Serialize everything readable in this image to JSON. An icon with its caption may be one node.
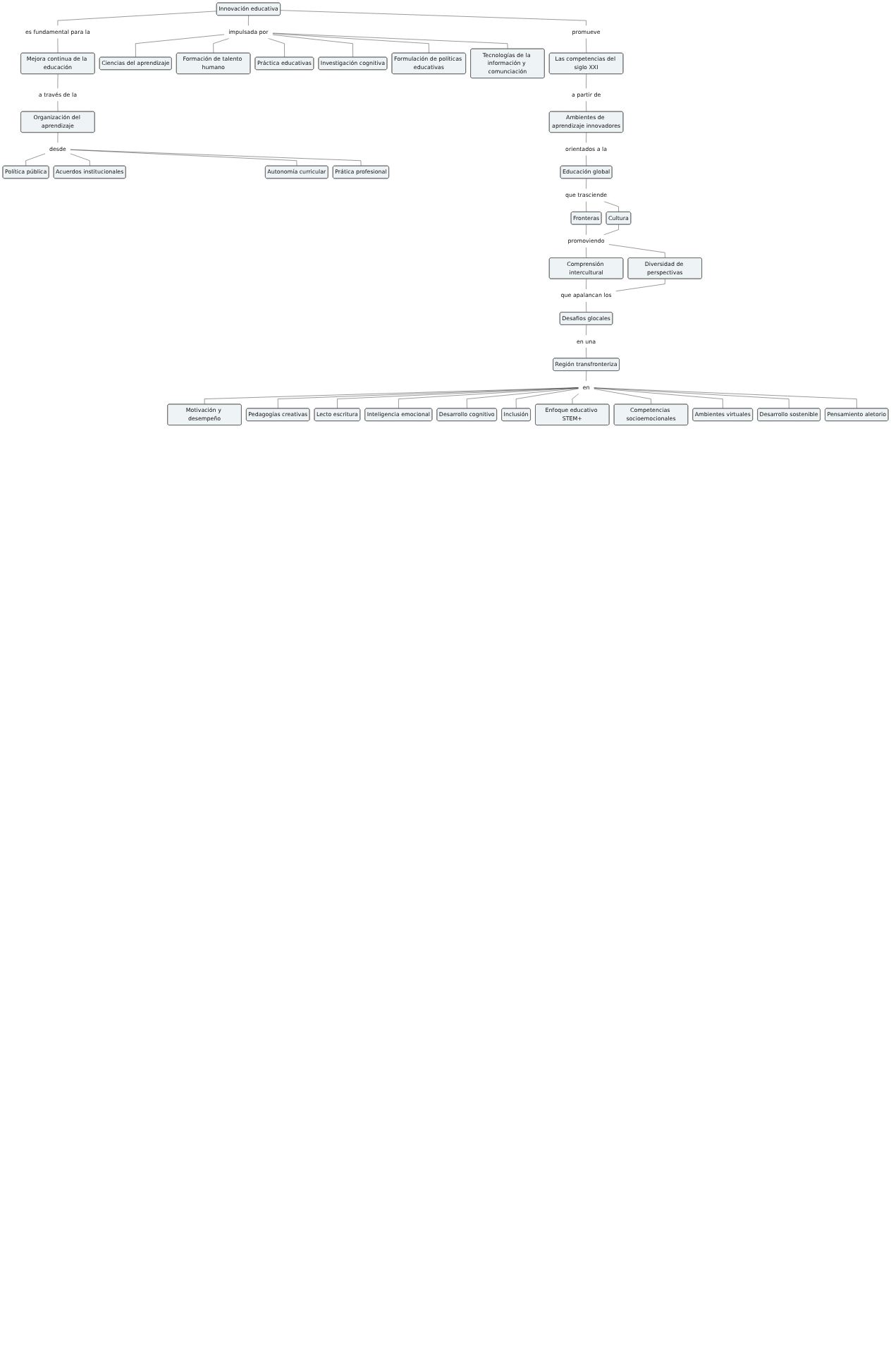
{
  "diagram": {
    "nodes": [
      {
        "text": [
          "Innovación educativa"
        ]
      },
      {
        "text": [
          "es fundamental para la"
        ]
      },
      {
        "text": [
          "impulsada por"
        ]
      },
      {
        "text": [
          "Ciencias del aprendizaje"
        ]
      },
      {
        "text": [
          "Mejora continua de la educación"
        ]
      },
      {
        "text": [
          "promueve"
        ]
      },
      {
        "text": [
          "Formación de talento humano"
        ]
      },
      {
        "text": [
          "a través de la"
        ]
      },
      {
        "text": [
          "Las competencias del siglo XXI"
        ]
      },
      {
        "text": [
          "Práctica educativas"
        ]
      },
      {
        "text": [
          "Investigación cognitiva"
        ]
      },
      {
        "text": [
          "Organización del aprendizaje"
        ]
      },
      {
        "text": [
          "a partir de"
        ]
      },
      {
        "text": [
          "Formulación de políticas educativas"
        ]
      },
      {
        "text": [
          "desde"
        ]
      },
      {
        "text": [
          "Ambientes de aprendizaje innovadores"
        ]
      },
      {
        "text": [
          "Política pública"
        ]
      },
      {
        "text": [
          "Tecnologías de la información y comunciación"
        ]
      },
      {
        "text": [
          "orientados a la"
        ]
      },
      {
        "text": [
          "Acuerdos institucionales"
        ]
      },
      {
        "text": [
          "Autonomía curricular"
        ]
      },
      {
        "text": [
          "Educación global"
        ]
      },
      {
        "text": [
          "Prática profesional"
        ]
      },
      {
        "text": [
          "que trasciende"
        ]
      },
      {
        "text": [
          "Fronteras"
        ]
      },
      {
        "text": [
          "Cultura"
        ]
      },
      {
        "text": [
          "promoviendo"
        ]
      },
      {
        "text": [
          "Comprensión intercultural"
        ]
      },
      {
        "text": [
          "Diversidad de perspectivas"
        ]
      },
      {
        "text": [
          "que apalancan los"
        ]
      },
      {
        "text": [
          "Desafios glocales"
        ]
      },
      {
        "text": [
          "en una"
        ]
      },
      {
        "text": [
          "Región transfronteriza"
        ]
      },
      {
        "text": [
          "Motivación y desempeño"
        ]
      },
      {
        "text": [
          "Pedagogías creativas"
        ]
      },
      {
        "text": [
          "Lecto escritura"
        ]
      },
      {
        "text": [
          "Inteligencia emocional"
        ]
      },
      {
        "text": [
          "Desarrollo cognitivo"
        ]
      },
      {
        "text": [
          "en"
        ]
      },
      {
        "text": [
          "Inclusión"
        ]
      },
      {
        "text": [
          "Enfoque educativo STEM+"
        ]
      },
      {
        "text": [
          "Competencias socioemocionales"
        ]
      },
      {
        "text": [
          "Ambientes virtuales"
        ]
      },
      {
        "text": [
          "Desarrollo sostenible"
        ]
      },
      {
        "text": [
          "Pensamiento aletorio"
        ]
      }
    ],
    "edges": [
      {
        "from": 0,
        "to": 1,
        "arrow": "none"
      },
      {
        "from": 1,
        "to": 4,
        "arrow": "none"
      },
      {
        "from": 0,
        "to": 2,
        "arrow": "none"
      },
      {
        "from": 2,
        "to": 3,
        "arrow": "none"
      },
      {
        "from": 2,
        "to": 6,
        "arrow": "none"
      },
      {
        "from": 2,
        "to": 9,
        "arrow": "none"
      },
      {
        "from": 2,
        "to": 10,
        "arrow": "none"
      },
      {
        "from": 2,
        "to": 13,
        "arrow": "none"
      },
      {
        "from": 2,
        "to": 17,
        "arrow": "none"
      },
      {
        "from": 0,
        "to": 5,
        "arrow": "none"
      },
      {
        "from": 5,
        "to": 8,
        "arrow": "none"
      },
      {
        "from": 4,
        "to": 7,
        "arrow": "none"
      },
      {
        "from": 7,
        "to": 11,
        "arrow": "none"
      },
      {
        "from": 8,
        "to": 12,
        "arrow": "none"
      },
      {
        "from": 12,
        "to": 15,
        "arrow": "none"
      },
      {
        "from": 11,
        "to": 14,
        "arrow": "none"
      },
      {
        "from": 14,
        "to": 16,
        "arrow": "none"
      },
      {
        "from": 14,
        "to": 19,
        "arrow": "none"
      },
      {
        "from": 14,
        "to": 20,
        "arrow": "none"
      },
      {
        "from": 14,
        "to": 22,
        "arrow": "none"
      },
      {
        "from": 15,
        "to": 18,
        "arrow": "none"
      },
      {
        "from": 18,
        "to": 21,
        "arrow": "none"
      },
      {
        "from": 21,
        "to": 23,
        "arrow": "none"
      },
      {
        "from": 23,
        "to": 24,
        "arrow": "none"
      },
      {
        "from": 23,
        "to": 25,
        "arrow": "none"
      },
      {
        "from": 24,
        "to": 26,
        "arrow": "none"
      },
      {
        "from": 25,
        "to": 26,
        "arrow": "none"
      },
      {
        "from": 26,
        "to": 27,
        "arrow": "none"
      },
      {
        "from": 26,
        "to": 28,
        "arrow": "none"
      },
      {
        "from": 27,
        "to": 29,
        "arrow": "none"
      },
      {
        "from": 28,
        "to": 29,
        "arrow": "none"
      },
      {
        "from": 29,
        "to": 30,
        "arrow": "none"
      },
      {
        "from": 30,
        "to": 31,
        "arrow": "none"
      },
      {
        "from": 31,
        "to": 32,
        "arrow": "none"
      },
      {
        "from": 32,
        "to": 38,
        "arrow": "none"
      },
      {
        "from": 38,
        "to": 33,
        "arrow": "none"
      },
      {
        "from": 38,
        "to": 34,
        "arrow": "none"
      },
      {
        "from": 38,
        "to": 35,
        "arrow": "none"
      },
      {
        "from": 38,
        "to": 36,
        "arrow": "none"
      },
      {
        "from": 38,
        "to": 37,
        "arrow": "none"
      },
      {
        "from": 38,
        "to": 39,
        "arrow": "none"
      },
      {
        "from": 38,
        "to": 40,
        "arrow": "none"
      },
      {
        "from": 38,
        "to": 41,
        "arrow": "none"
      },
      {
        "from": 38,
        "to": 42,
        "arrow": "none"
      },
      {
        "from": 38,
        "to": 43,
        "arrow": "none"
      },
      {
        "from": 38,
        "to": 44,
        "arrow": "none"
      }
    ]
  }
}
